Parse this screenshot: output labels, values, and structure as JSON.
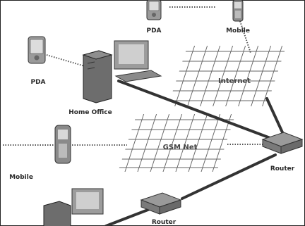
{
  "labels": {
    "pda_top": "PDA",
    "mobile_top": "Mobile",
    "pda_left": "PDA",
    "home_office": "Home Office",
    "internet": "Internet",
    "gsm_net": "GSM Net",
    "mobile_left": "Mobile",
    "router_right": "Router",
    "router_bottom": "Router"
  },
  "icons": [
    "pda-icon",
    "mobile-icon",
    "computer-icon",
    "router-icon",
    "network-cloud-icon"
  ]
}
